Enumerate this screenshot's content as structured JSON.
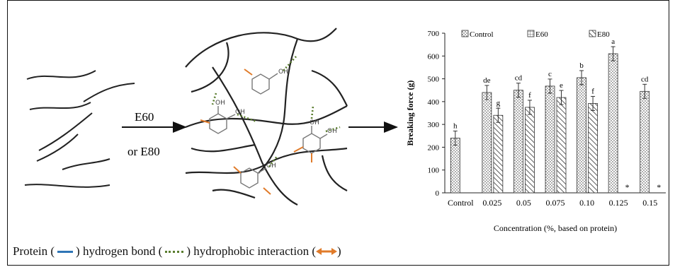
{
  "left_panel": {
    "arrow_label_top": "E60",
    "arrow_label_bottom": "or E80"
  },
  "network": {
    "oh_label": "OH"
  },
  "chart_data": {
    "type": "bar",
    "categories": [
      "Control",
      "0.025",
      "0.05",
      "0.075",
      "0.10",
      "0.125",
      "0.15"
    ],
    "series": [
      {
        "name": "Control",
        "values": [
          240,
          440,
          450,
          468,
          505,
          610,
          445
        ],
        "letters": [
          "h",
          "de",
          "cd",
          "c",
          "b",
          "a",
          "cd"
        ]
      },
      {
        "name": "E60",
        "values": [
          null,
          null,
          null,
          null,
          null,
          null,
          null
        ],
        "letters": [
          "",
          "",
          "",
          "",
          "",
          "",
          ""
        ]
      },
      {
        "name": "E80",
        "values": [
          null,
          340,
          375,
          418,
          392,
          null,
          null
        ],
        "letters": [
          "",
          "g",
          "f",
          "e",
          "f",
          "*",
          "*"
        ]
      }
    ],
    "ylabel": "Breaking force (g)",
    "xlabel": "Concentration (%, based on protein)",
    "ylim": [
      0,
      700
    ],
    "yticks": [
      0,
      100,
      200,
      300,
      400,
      500,
      600,
      700
    ],
    "legend_position": "top"
  },
  "legend_bottom": {
    "protein": "Protein (",
    "h_bond": ") hydrogen bond (",
    "hydrophobic": ") hydrophobic interaction (",
    "end": ")"
  },
  "colors": {
    "protein_line": "#2e75b6",
    "hydrogen_bond": "#5a7d2f",
    "hydrophobic": "#e07b2a"
  }
}
